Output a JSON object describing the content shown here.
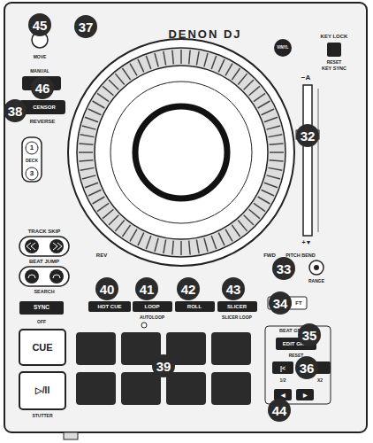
{
  "diagram": {
    "labels": [
      "45",
      "37",
      "DENON DJ",
      "VINYL",
      "KEY LOCK",
      "RESET",
      "KEY SYNC",
      "MOVE",
      "MANUAL",
      "46",
      "38",
      "CENSOR",
      "REVERSE",
      "1",
      "DECK",
      "3",
      "32",
      "−A",
      "+▼",
      "TRACK SKIP",
      "BEAT JUMP",
      "SEARCH",
      "REV",
      "FWD",
      "PITCH BEND",
      "33",
      "RANGE",
      "40",
      "41",
      "42",
      "43",
      "HOT CUE",
      "LOOP",
      "ROLL",
      "SLICER",
      "AUTOLOOP",
      "SLICER LOOP",
      "SYNC",
      "OFF",
      "34",
      "FT",
      "CUE",
      "▷/II",
      "STUTTER",
      "39",
      "BEAT GRID",
      "EDIT GRID",
      "RESET",
      "35",
      "|<",
      "1/2",
      "X2",
      "36",
      "◀",
      "▶",
      "44"
    ]
  }
}
